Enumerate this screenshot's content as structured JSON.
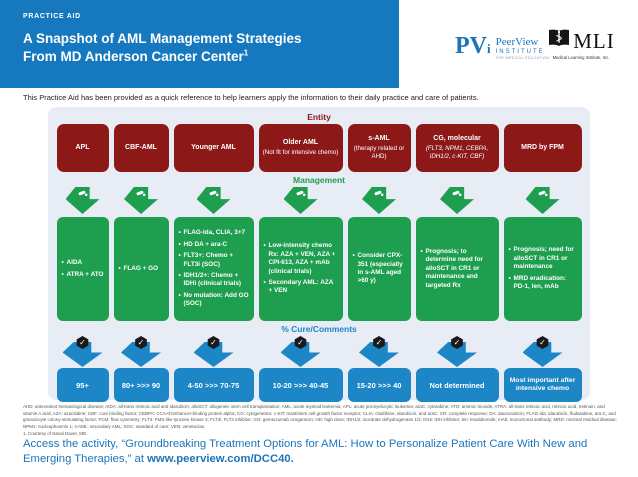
{
  "header": {
    "eyebrow": "PRACTICE AID",
    "title_line1": "A Snapshot of AML Management Strategies",
    "title_line2": "From MD Anderson Cancer Center",
    "title_sup": "1"
  },
  "logos": {
    "peerview": {
      "mark_pv": "PV",
      "mark_i": "i",
      "name": "PeerView",
      "institute": "INSTITUTE",
      "tagline": "FOR MEDICAL EDUCATION"
    },
    "mli": {
      "mark": "MLI",
      "caption": "Medical Learning Institute, Inc."
    }
  },
  "intro": "This Practice Aid has been provided as a quick reference to help learners apply the information to their daily practice and care of patients.",
  "icons": {
    "check": "✓"
  },
  "colors": {
    "header_blue": "#1678BE",
    "maroon": "#8C1818",
    "green": "#1E9E4F",
    "blue": "#1C86C7",
    "panel_bg": "#E8ECF4"
  },
  "panel": {
    "entity_label": "Entity",
    "management_label": "Management",
    "cure_label": "% Cure/Comments",
    "columns": [
      {
        "entity": "APL",
        "management": [
          "AIDA",
          "ATRA + ATO"
        ],
        "cure": "95+"
      },
      {
        "entity": "CBF-AML",
        "management": [
          "FLAG + GO"
        ],
        "cure": "80+ >>> 90"
      },
      {
        "entity": "Younger AML",
        "management": [
          "FLAG-ida, CLIA, 3+7",
          "HD DA + ara-C",
          "FLT3+: Chemo + FLT3i (SOC)",
          "IDH1/2+: Chemo + IDHi (clinical trials)",
          "No mutation: Add GO (SOC)"
        ],
        "cure": "4-50 >>> 70-75"
      },
      {
        "entity": "Older AML",
        "entity_sub": "(Not fit for intensive chemo)",
        "management": [
          "Low-intensity chemo Rx: AZA + VEN, AZA + CPI-613, AZA + mAb (clinical trials)",
          "Secondary AML: AZA + VEN"
        ],
        "cure": "10-20 >>> 40-45"
      },
      {
        "entity": "s-AML",
        "entity_sub": "(therapy related or AHD)",
        "management": [
          "Consider CPX-351 (especially in s-AML aged >60 y)"
        ],
        "cure": "15-20 >>> 40"
      },
      {
        "entity": "CG, molecular",
        "entity_sub": "(FLT3, NPM1, CEBPA, IDH1/2, c-KIT, CBF)",
        "management": [
          "Prognosis; to determine need for alloSCT in CR1 or maintenance and targeted Rx"
        ],
        "cure": "Not determined"
      },
      {
        "entity": "MRD by FPM",
        "management": [
          "Prognosis; need for alloSCT in CR1 or maintenance",
          "MRD eradication: PD-1, len, mAb"
        ],
        "cure": "Most important after intensive chemo"
      }
    ]
  },
  "footnotes": {
    "abbreviations": "AHD: antecedent hematological disease; AIDA: all-trans retinoic acid and idarubicin; alloSCT: allogeneic stem cell transplantation; AML: acute myeloid leukemia; APL: acute promyelocytic leukemia; araC: cytarabine; ATO: arsenic trioxide; ATRA: all-trans retinoic acid, retinoic acid, tretinoin, and vitamin A acid; AZA: azacitidine; CBF: core binding factor; CEBPA: CCAAT/enhancer-binding protein alpha; CG: cytogenetics; c-KIT: mast/stem cell growth factor receptor; CLIA: cladribine, idarubicin, and araC; CR: complete response; DA: daunorubicin; FLAG-ida: idarubicin, fludarabine, ara-C, and granulocyte colony-stimulating factor; FCM: flow cytometry; FLT3: FMS-like tyrosine kinase 3; FLT3i: FLT3 inhibitor; GO: gemtuzumab ozogamicin; HD: high dose; IDH1/2: isocitrate dehydrogenase 1/2; IDHi: IDH inhibitor; len: lenalidomide; mAb: monoclonal antibody; MRD: minimal residual disease; NPM1: nucleophosmin 1; s-AML: secondary AML; SOC: standard of care; VEN: venetoclax.",
    "reference": "1. Courtesy of Naval Daver, MD."
  },
  "footer": {
    "text": "Access the activity, “Groundbreaking Treatment Options for AML: How to Personalize Patient Care With New and Emerging Therapies,” at ",
    "url": "www.peerview.com/DCC40."
  }
}
